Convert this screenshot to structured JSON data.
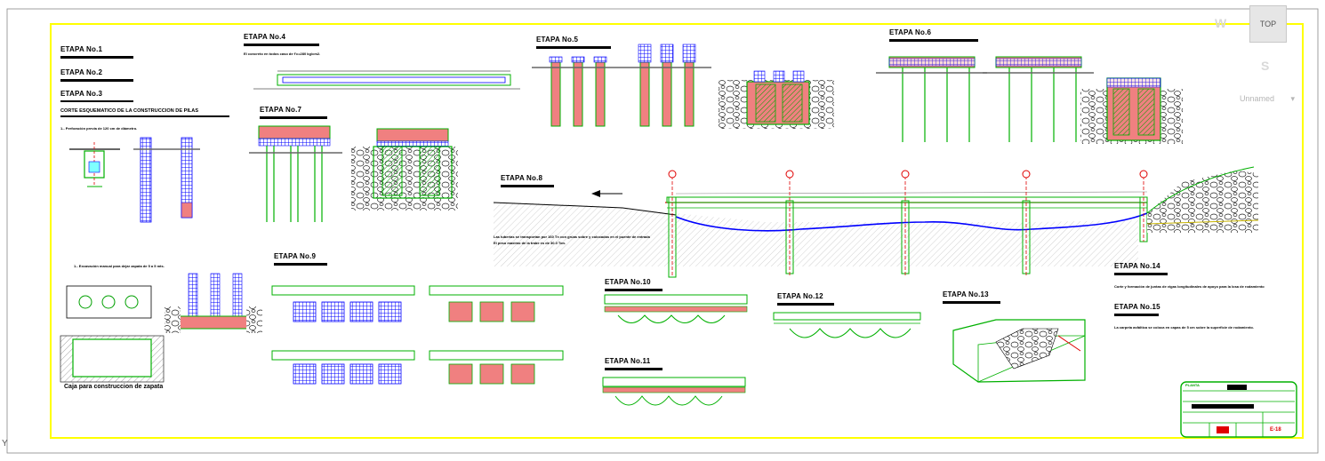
{
  "viewcube": {
    "top_label": "TOP",
    "west_label": "W",
    "south_label": "S",
    "view_dropdown": "Unnamed"
  },
  "ucs": {
    "y_label": "Y"
  },
  "stages": {
    "s1": "ETAPA No.1",
    "s2": "ETAPA No.2",
    "s3": "ETAPA No.3",
    "s3_subtitle": "CORTE ESQUEMATICO DE LA CONSTRUCCION DE PILAS",
    "s4": "ETAPA No.4",
    "s5": "ETAPA No.5",
    "s6": "ETAPA No.6",
    "s7": "ETAPA No.7",
    "s8": "ETAPA No.8",
    "s9": "ETAPA No.9",
    "s10": "ETAPA No.10",
    "s11": "ETAPA No.11",
    "s12": "ETAPA No.12",
    "s13": "ETAPA No.13",
    "s14": "ETAPA No.14",
    "s15": "ETAPA No.15"
  },
  "labels": {
    "zapata_caption": "Caja para construccion de zapata",
    "perforacion_note": "1.- Perforación previa de 120 cm de diámetro.",
    "excavation_note": "1.- Excavación manual para dejar zapata de 5 a 5 mts.",
    "s4_note": "El concreto en todos caso de f'c=280 kg/cm2.",
    "s8_note_1": "Las tuberias se transportan por 160 Tn con grúas sobre y colocadas en el puente de entrada",
    "s8_note_2": "El peso maximo de la trabe es de 30.0 Ton.",
    "s14_note": "Corte y formación de juntas de vigas longitudinales de apoyo para la losa de rodamiento",
    "s15_note": "La carpeta asfáltica se coloca en capas de 5 cm sobre la superficie de rodamiento."
  },
  "title_block": {
    "heading": "PLANTA",
    "sheet_id": "E-18"
  },
  "colors": {
    "frame": "#ffff00",
    "concrete": "#f08080",
    "rebar": "#0000ff",
    "outline": "#00b000",
    "axis": "#e00000"
  }
}
